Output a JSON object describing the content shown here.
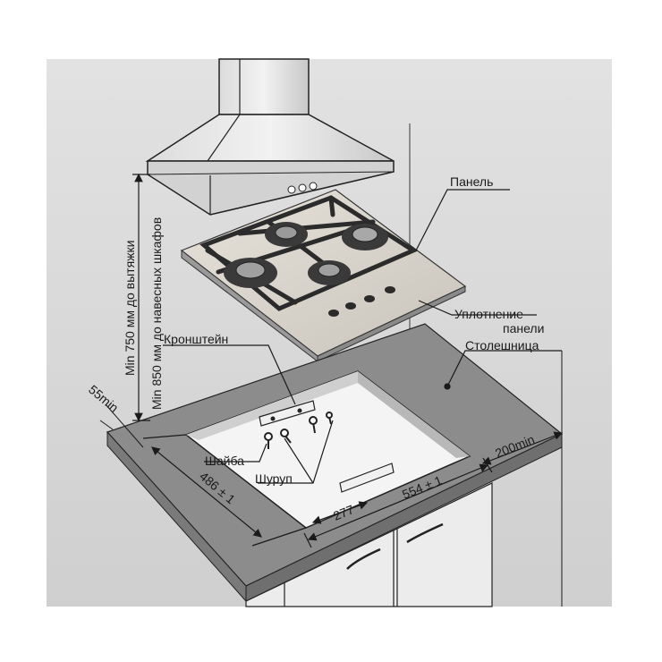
{
  "labels": {
    "panel": "Панель",
    "seal_line1": "Уплотнение",
    "seal_line2": "панели",
    "countertop": "Столешница",
    "bracket": "Кронштейн",
    "washer": "Шайба",
    "screw": "Шуруп"
  },
  "dimensions": {
    "hood_clearance": "Min 750 мм до вытяжки",
    "cabinet_clearance": "Min 850 мм до навесных шкафов",
    "front_margin": "55min",
    "side_margin": "200min",
    "depth": "486 ± 1",
    "width": "554 ± 1",
    "bracket_offset": "277"
  },
  "colors": {
    "wall": "#dcdcdc",
    "countertop": "#8c8c8c",
    "countertop_edge": "#6f6f6f",
    "cabinet": "#e6e6e6",
    "glass": "#d9d4cc",
    "grate": "#2b2b2b",
    "line": "#1a1a1a"
  }
}
